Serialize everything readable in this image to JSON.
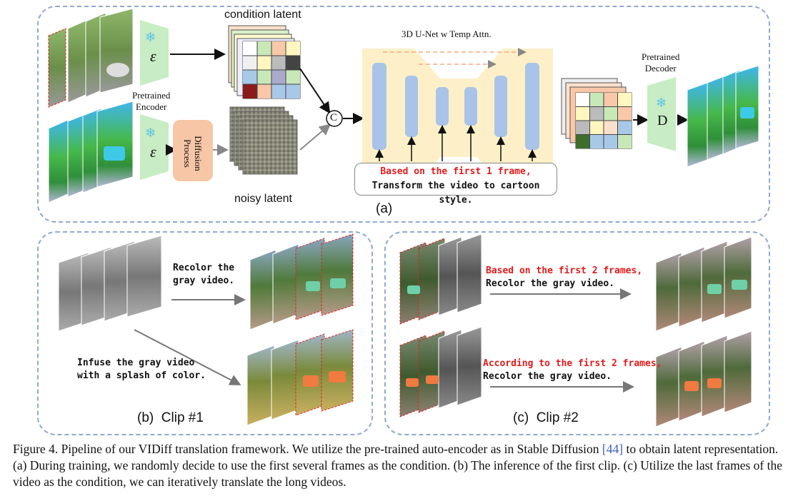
{
  "panel_a": {
    "condition_latent": "condition latent",
    "noisy_latent": "noisy latent",
    "encoder_label": "Pretrained\nEncoder",
    "encoder_symbol": "ε",
    "diffusion_process": "Diffusion Process",
    "unet_title": "3D U-Net w Temp Attn.",
    "decoder_label": "Pretrained\nDecoder",
    "decoder_symbol": "D",
    "concat_symbol": "C",
    "prompt_line1": "Based on the first 1 frame,",
    "prompt_line2": "Transform the video to cartoon style.",
    "label": "(a)"
  },
  "panel_b": {
    "prompt1_line1": "Recolor the",
    "prompt1_line2": "gray video.",
    "prompt2_line1": "Infuse the gray video",
    "prompt2_line2": "with a splash of color.",
    "label": "(b)  Clip #1"
  },
  "panel_c": {
    "prompt1_line1": "Based on the first 2 frames,",
    "prompt1_line2": "Recolor the gray video.",
    "prompt2_line1": "According to the first 2 frames,",
    "prompt2_line2": "Recolor the gray video.",
    "label": "(c)  Clip #2"
  },
  "caption": {
    "part1": "Figure 4. Pipeline of our VIDiff translation framework. We utilize the pre-trained auto-encoder as in Stable Diffusion ",
    "cite": "[44]",
    "part2": " to obtain latent representation. (a) During training, we randomly decide to use the first several frames as the condition. (b) The inference of the first clip. (c) Utilize the last frames of the video as the condition, we can iteratively translate the long videos."
  },
  "colors": {
    "dashed_border": "#8fa8d4",
    "encoder_green": "#c8ecc4",
    "unet_bg": "#fdf0c8",
    "unet_block": "#a9c4e8",
    "diffusion_box": "#f6c6a6",
    "highlight_red": "#e31b1b"
  },
  "icons": [
    "snowflake-icon",
    "concat-circle-icon",
    "arrow-icon"
  ]
}
